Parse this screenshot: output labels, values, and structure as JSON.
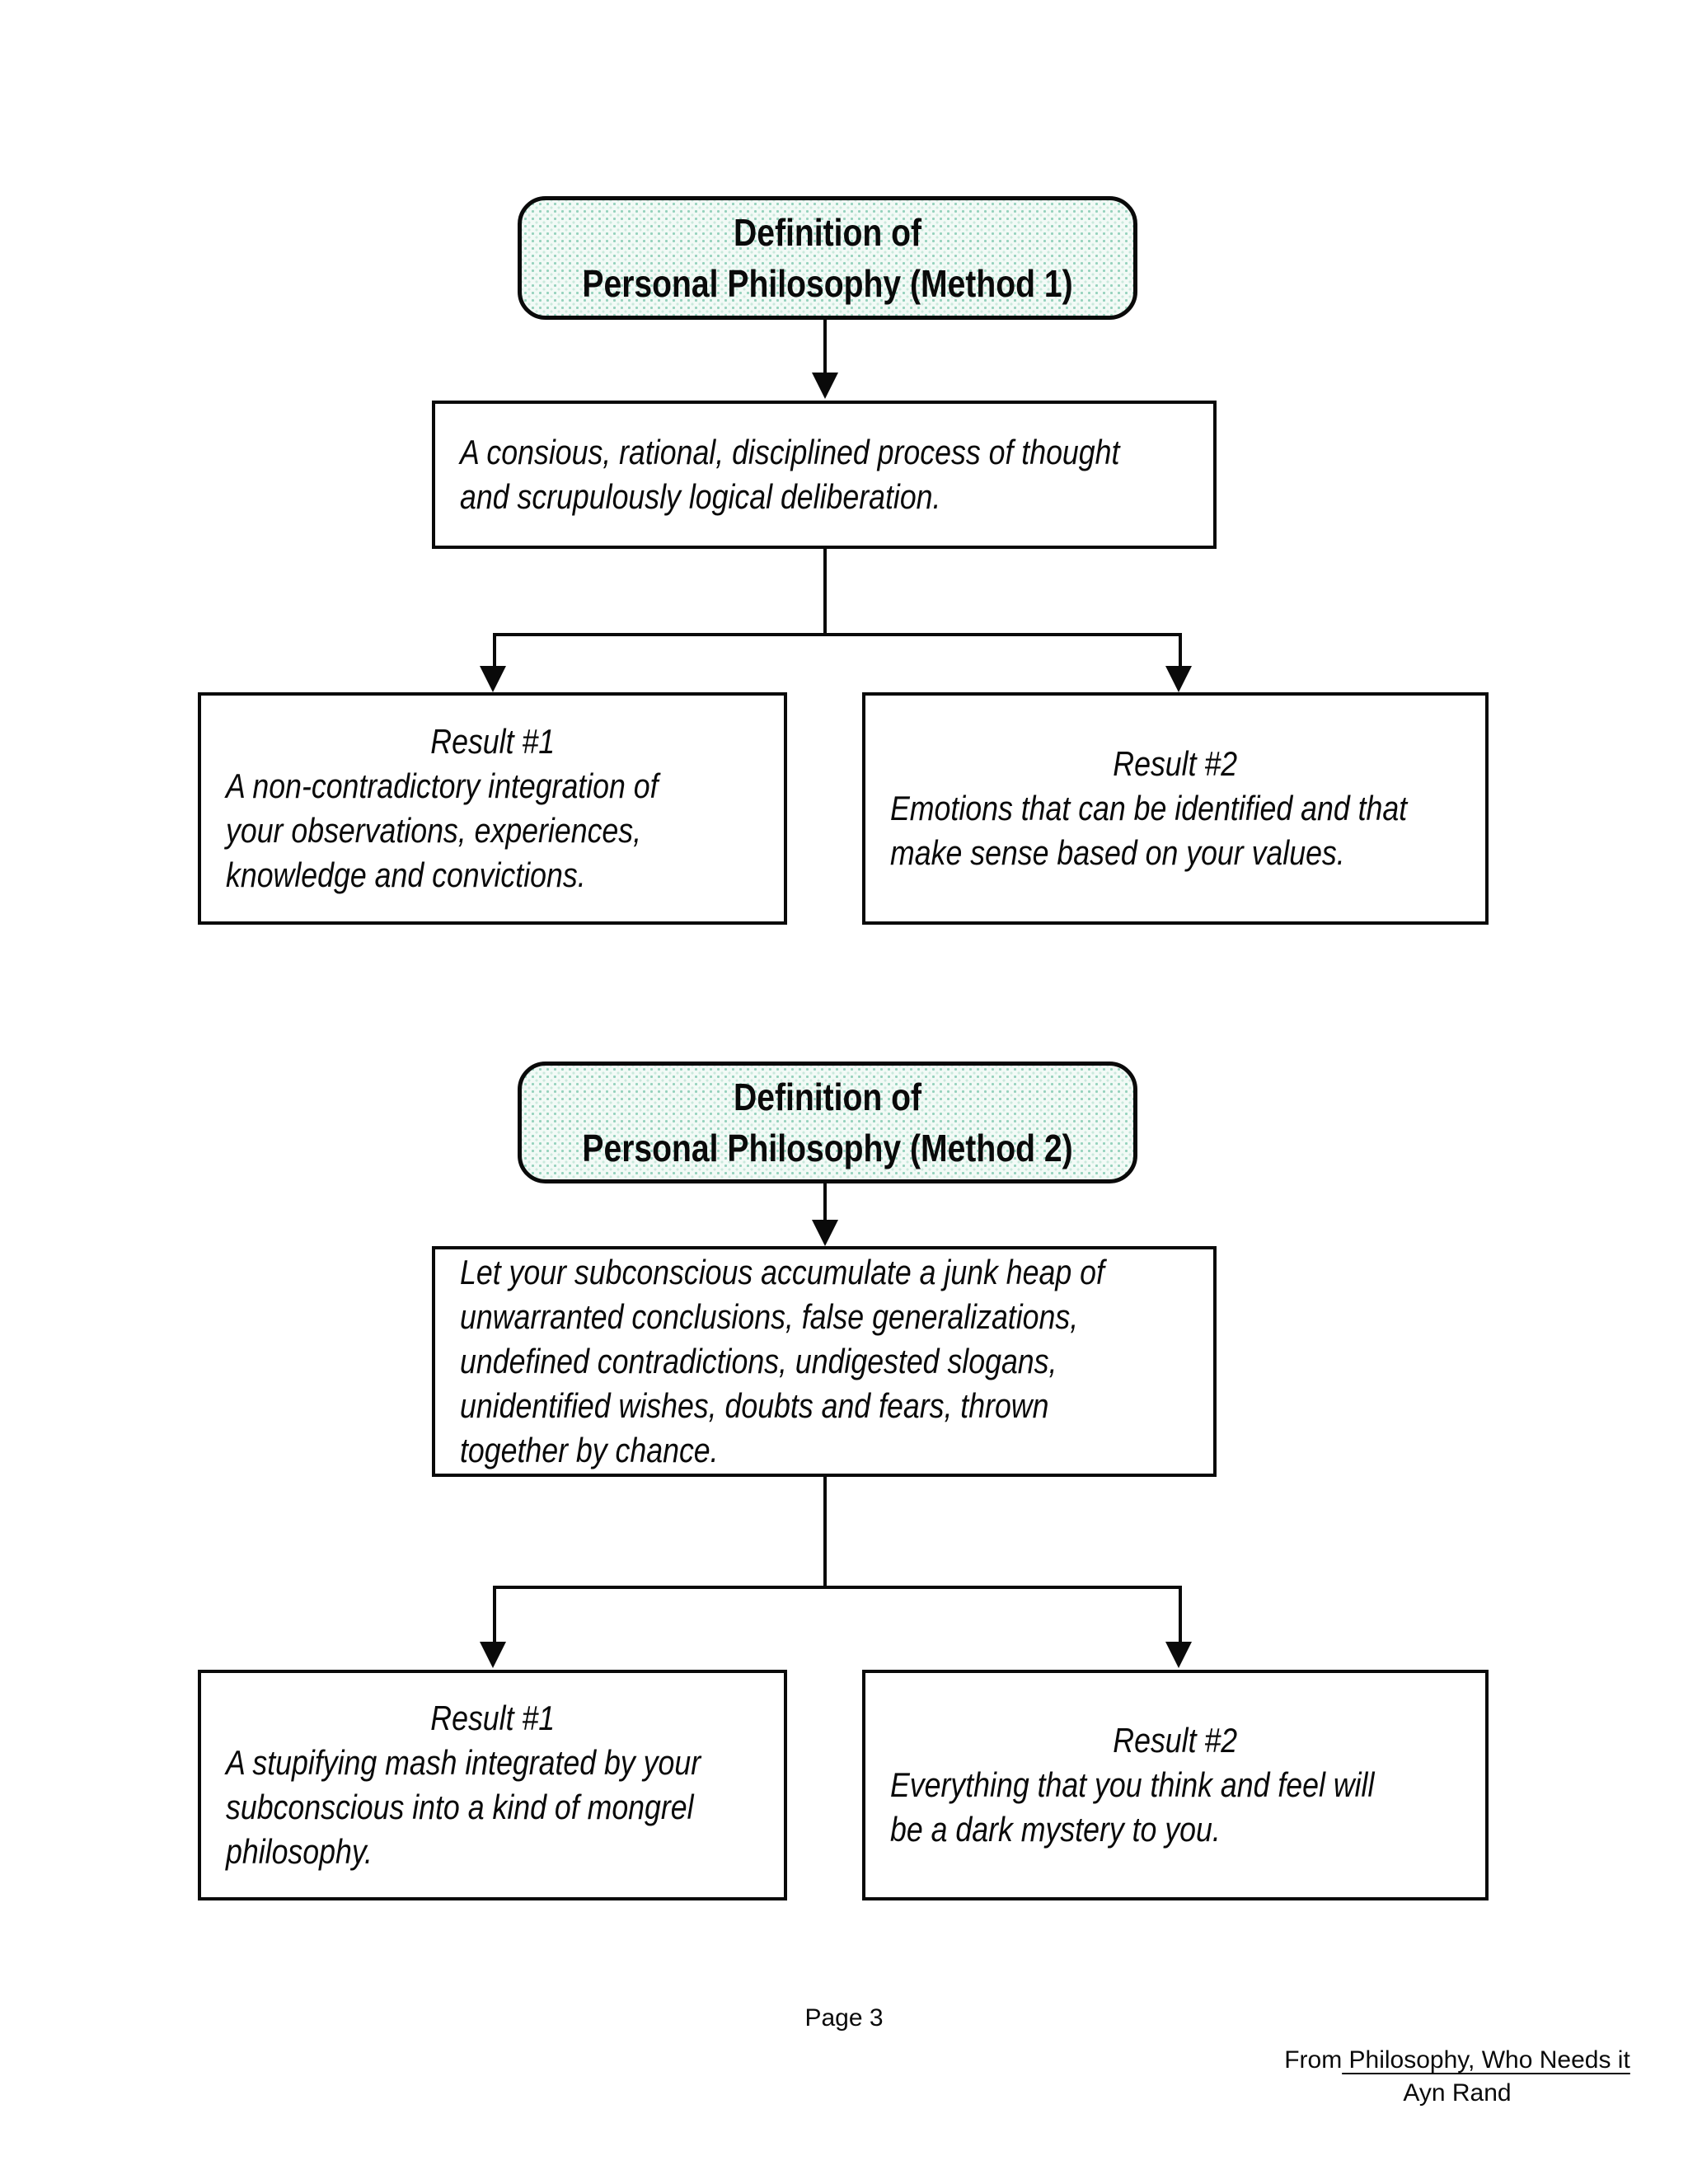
{
  "colors": {
    "line": "#0a0a0a",
    "definition_fill": "#f2faf6",
    "definition_dot": "#96d2bd",
    "definition_dot2": "#c9e9dc"
  },
  "document_footer": {
    "page_label": "Page 3",
    "source_prefix": "From",
    "source_title": " Philosophy, Who Needs it",
    "source_author": "Ayn Rand"
  },
  "flowchart": {
    "sections": [
      {
        "definition": {
          "line1": "Definition of",
          "line2": "Personal Philosophy (Method 1)"
        },
        "process": {
          "lines": [
            "A consious, rational, disciplined process of thought",
            "and scrupulously logical deliberation."
          ]
        },
        "results": [
          {
            "heading": "Result #1",
            "lines": [
              "A non-contradictory integration of",
              "your observations, experiences,",
              "knowledge and convictions."
            ]
          },
          {
            "heading": "Result #2",
            "lines": [
              "Emotions that can be identified and that",
              "make sense based on your values."
            ]
          }
        ]
      },
      {
        "definition": {
          "line1": "Definition of",
          "line2": "Personal Philosophy (Method 2)"
        },
        "process": {
          "lines": [
            "Let your subconscious accumulate a junk heap of",
            "unwarranted conclusions, false generalizations,",
            "undefined contradictions, undigested slogans,",
            "unidentified wishes, doubts and fears, thrown",
            "together by chance."
          ]
        },
        "results": [
          {
            "heading": "Result #1",
            "lines": [
              "A stupifying mash integrated by your",
              "subconscious into a kind of mongrel",
              "philosophy."
            ]
          },
          {
            "heading": "Result #2",
            "lines": [
              "Everything that you think and feel will",
              "be a dark mystery to you."
            ]
          }
        ]
      }
    ]
  }
}
